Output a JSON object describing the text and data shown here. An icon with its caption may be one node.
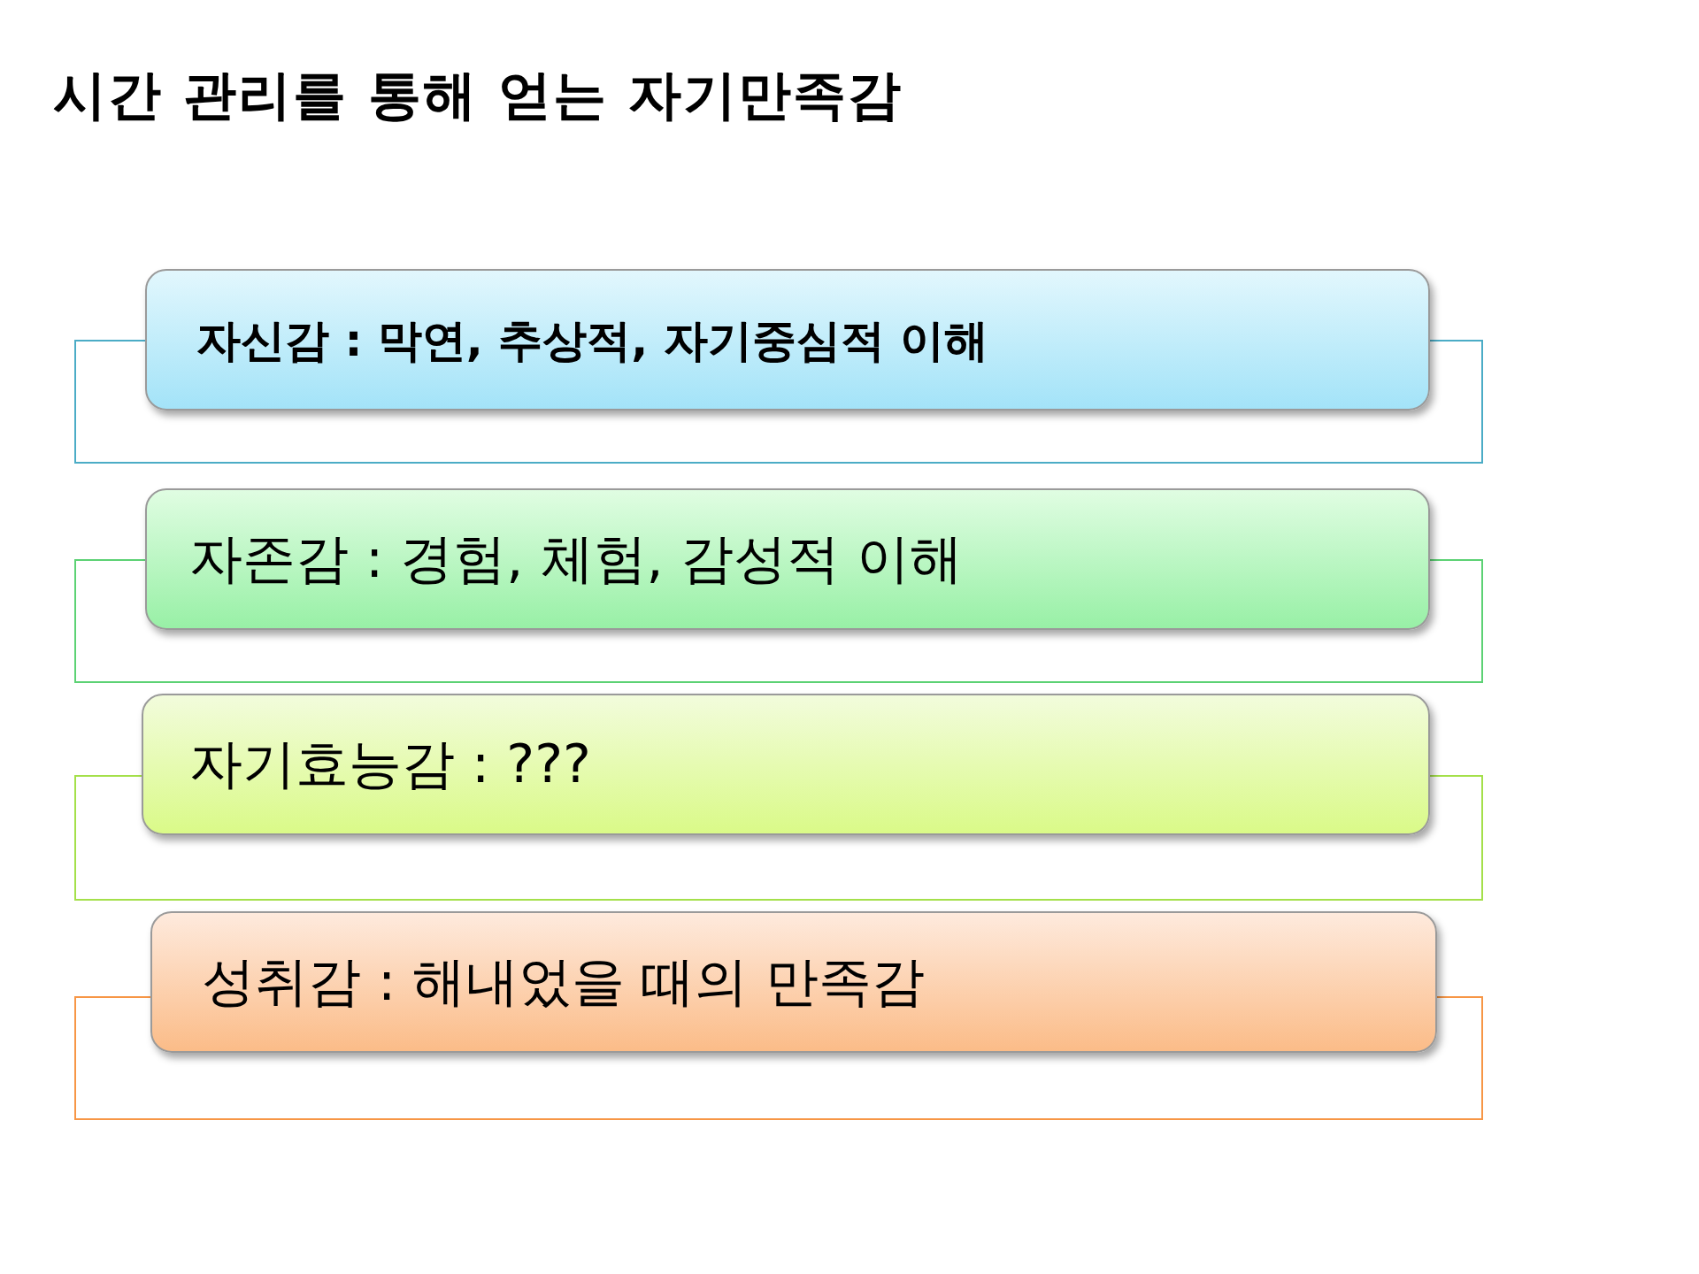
{
  "diagram": {
    "title": "시간 관리를 통해 얻는 자기만족감",
    "nodes": [
      {
        "text": [
          "자신감 : 막연, 추상적, 자기중심적 이해"
        ]
      },
      {
        "text": [
          "자존감 : 경험, 체험, 감성적 이해"
        ]
      },
      {
        "text": [
          "자기효능감 : ???"
        ]
      },
      {
        "text": [
          "성취감 : 해내었을 때의 만족감"
        ]
      }
    ]
  }
}
